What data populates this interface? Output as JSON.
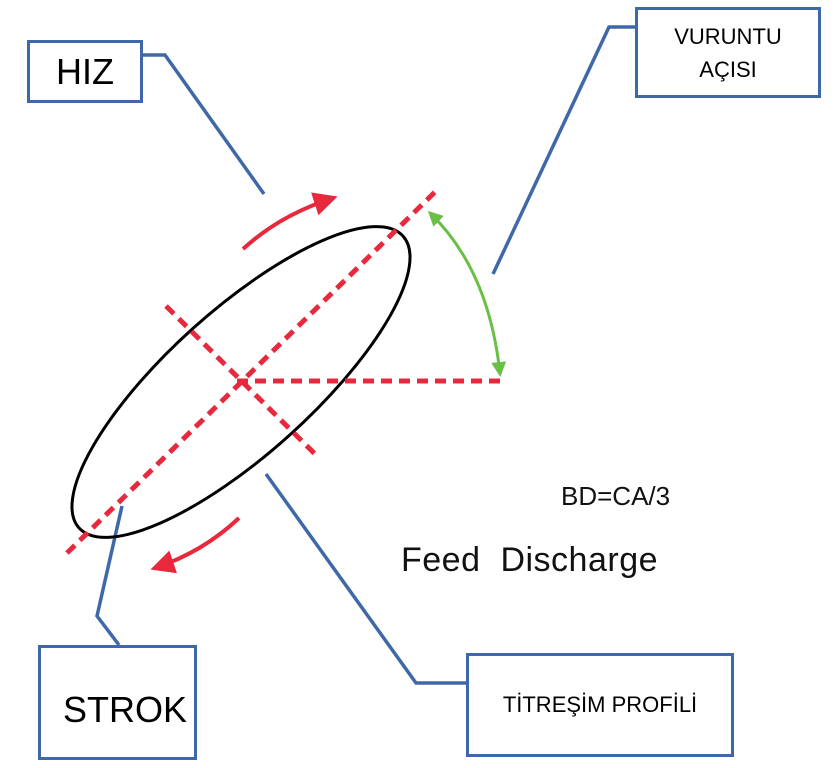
{
  "labels": {
    "hiz": "HIZ",
    "vuruntu_line1": "VURUNTU",
    "vuruntu_line2": "AÇISI",
    "strok": "STROK",
    "titresim": "TİTREŞİM PROFİLİ",
    "formula": "BD=CA/3",
    "feed_discharge": "Feed  Discharge"
  },
  "colors": {
    "ellipse": "#000000",
    "dashed_axes": "#e8283c",
    "rotation_arrows": "#e8283c",
    "angle_arc": "#6abf45",
    "leader_lines": "#3f68a8",
    "box_border": "#3f68a8"
  },
  "icons": {
    "rotation_top": "curved-arrow-right",
    "rotation_bottom": "curved-arrow-left",
    "angle_arc": "double-headed-curved-arrow"
  }
}
